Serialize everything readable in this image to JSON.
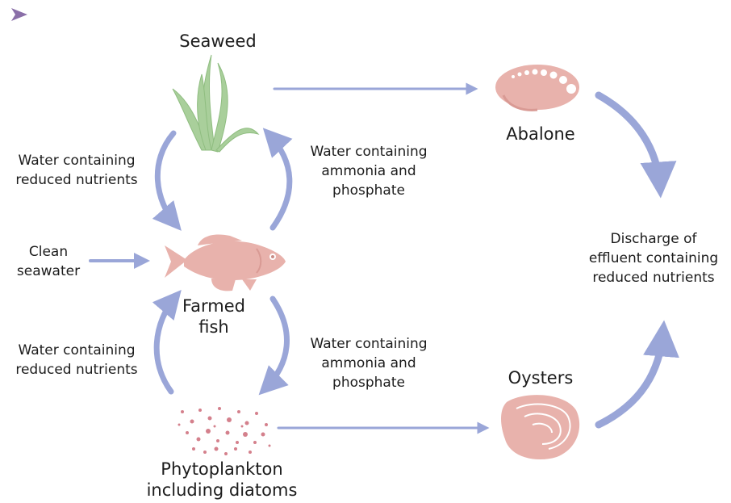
{
  "nodes": {
    "seaweed": "Seaweed",
    "abalone": "Abalone",
    "farmed_fish_1": "Farmed",
    "farmed_fish_2": "fish",
    "oysters": "Oysters",
    "phytoplankton_1": "Phytoplankton",
    "phytoplankton_2": "including diatoms"
  },
  "flows": {
    "left_top_1": "Water containing",
    "left_top_2": "reduced nutrients",
    "right_top_1": "Water containing",
    "right_top_2": "ammonia and",
    "right_top_3": "phosphate",
    "clean_1": "Clean",
    "clean_2": "seawater",
    "left_bottom_1": "Water containing",
    "left_bottom_2": "reduced nutrients",
    "right_bottom_1": "Water containing",
    "right_bottom_2": "ammonia and",
    "right_bottom_3": "phosphate",
    "discharge_1": "Discharge of",
    "discharge_2": "effluent containing",
    "discharge_3": "reduced nutrients"
  },
  "colors": {
    "arrow": "#9aa6d8",
    "organism": "#e8b2ac",
    "seaweed": "#a9cf9b",
    "corner_mark": "#8a6fa8"
  }
}
